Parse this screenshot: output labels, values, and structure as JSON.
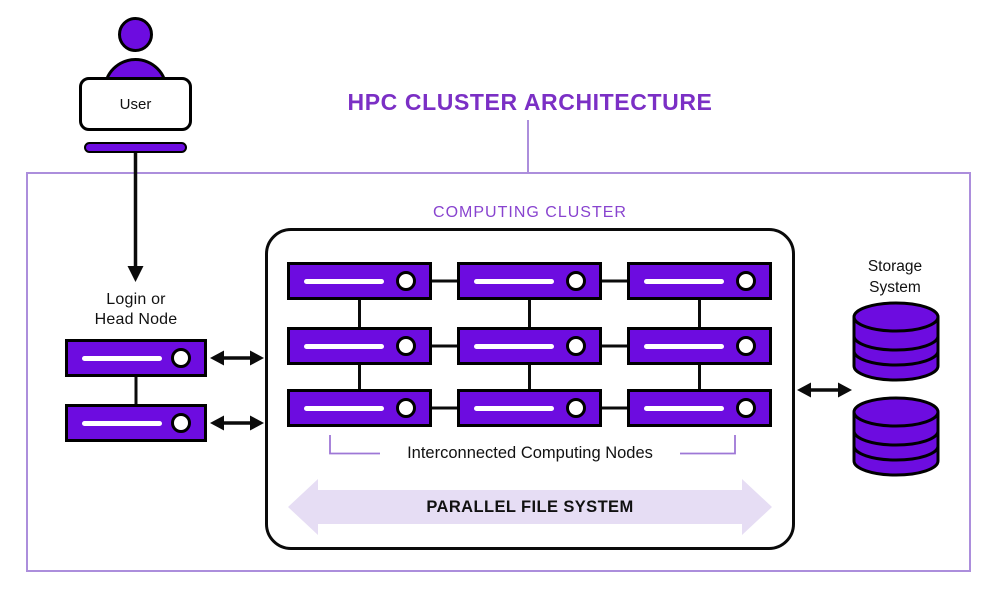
{
  "title": "HPC CLUSTER ARCHITECTURE",
  "user": {
    "label": "User"
  },
  "login_node": {
    "label": "Login or\nHead Node",
    "server_count": 2
  },
  "cluster": {
    "label": "COMPUTING CLUSTER",
    "grid": {
      "rows": 3,
      "cols": 3
    },
    "nodes_caption": "Interconnected Computing Nodes",
    "pfs_label": "PARALLEL FILE SYSTEM"
  },
  "storage": {
    "label": "Storage\nSystem",
    "cylinder_count": 2
  },
  "colors": {
    "node_purple": "#6D0CE0",
    "title_purple": "#7B2FC5",
    "cluster_label_purple": "#8843CF",
    "frame_purple": "#AC8EDC",
    "bracket_purple": "#9E77D6",
    "pfs_arrow_fill": "#E6DDF4",
    "line_black": "#0B0B0B"
  }
}
